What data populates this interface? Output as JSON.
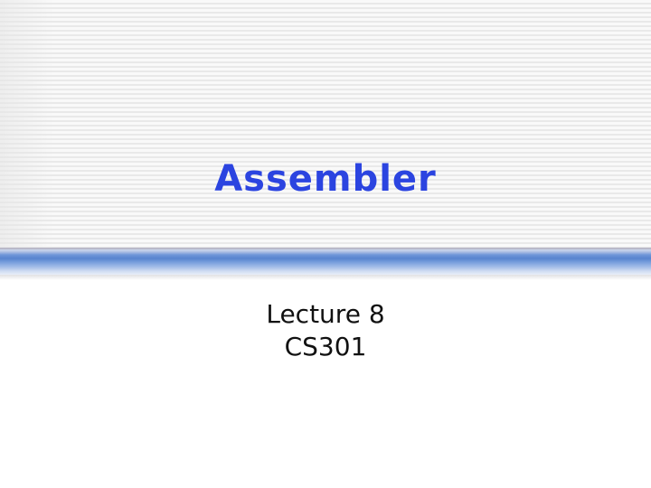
{
  "slide": {
    "title": "Assembler",
    "subtitle_lines": [
      "Lecture 8",
      "CS301"
    ],
    "colors": {
      "title": "#2b44e0",
      "subtitle": "#111111",
      "divider_bar": "#5784cf",
      "header_stripe_light": "#f9f9f9",
      "header_stripe_dark": "#e9e9e9"
    }
  }
}
